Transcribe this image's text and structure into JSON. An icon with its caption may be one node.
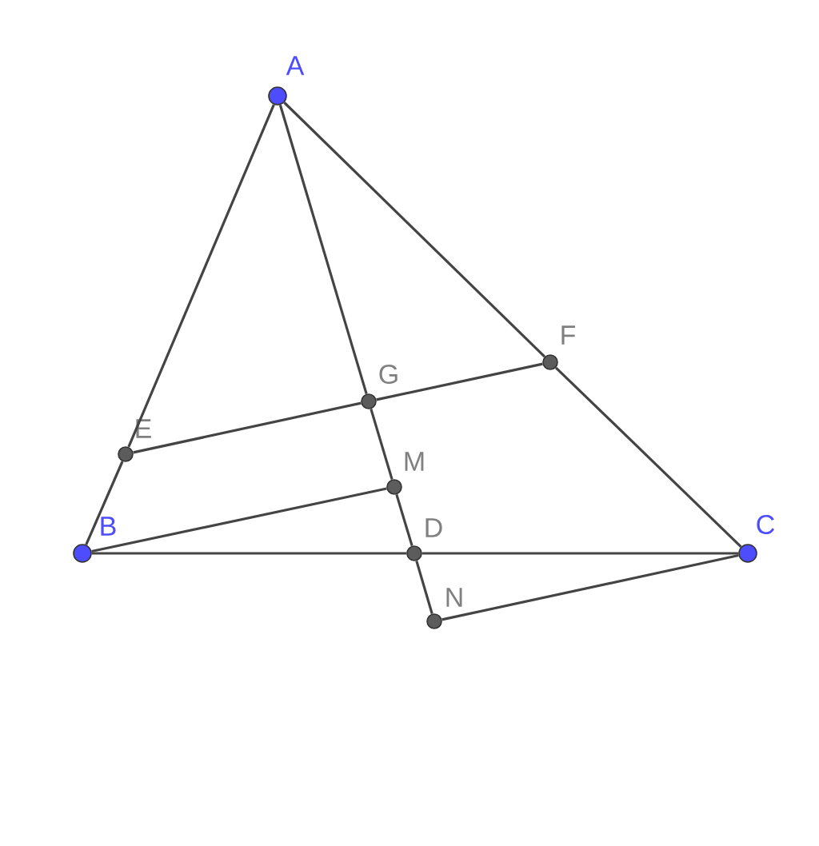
{
  "diagram": {
    "nodes": [
      {
        "text": [
          "A"
        ]
      },
      {
        "text": [
          "B"
        ]
      },
      {
        "text": [
          "C"
        ]
      },
      {
        "text": [
          "E"
        ]
      },
      {
        "text": [
          "F"
        ]
      },
      {
        "text": [
          "G"
        ]
      },
      {
        "text": [
          "M"
        ]
      },
      {
        "text": [
          "D"
        ]
      },
      {
        "text": [
          "N"
        ]
      }
    ],
    "edges": [
      {
        "from": 0,
        "to": 3,
        "arrow": "none"
      },
      {
        "from": 3,
        "to": 1,
        "arrow": "none"
      },
      {
        "from": 0,
        "to": 4,
        "arrow": "none"
      },
      {
        "from": 4,
        "to": 2,
        "arrow": "none"
      },
      {
        "from": 0,
        "to": 5,
        "arrow": "none"
      },
      {
        "from": 5,
        "to": 6,
        "arrow": "none"
      },
      {
        "from": 6,
        "to": 7,
        "arrow": "none"
      },
      {
        "from": 7,
        "to": 8,
        "arrow": "none"
      },
      {
        "from": 3,
        "to": 5,
        "arrow": "none"
      },
      {
        "from": 5,
        "to": 4,
        "arrow": "none"
      },
      {
        "from": 1,
        "to": 6,
        "arrow": "none"
      },
      {
        "from": 1,
        "to": 7,
        "arrow": "none"
      },
      {
        "from": 7,
        "to": 2,
        "arrow": "none"
      },
      {
        "from": 8,
        "to": 2,
        "arrow": "none"
      }
    ]
  }
}
